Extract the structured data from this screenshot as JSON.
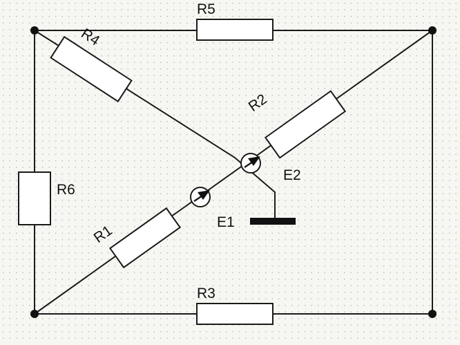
{
  "labels": {
    "r1": "R1",
    "r2": "R2",
    "r3": "R3",
    "r4": "R4",
    "r5": "R5",
    "r6": "R6",
    "e1": "E1",
    "e2": "E2"
  },
  "colors": {
    "background": "#f6f6f2",
    "grid_dot": "#b9b9b2",
    "wire": "#1a1a1a",
    "resistor_fill": "#ffffff"
  }
}
